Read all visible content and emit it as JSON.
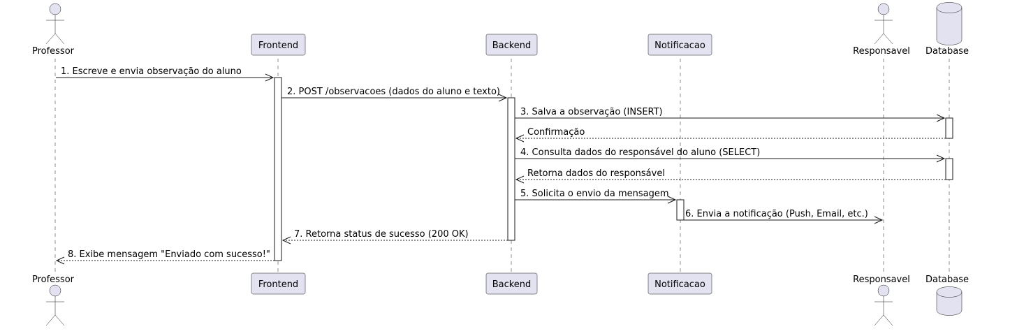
{
  "participants": {
    "professor": {
      "label": "Professor",
      "kind": "actor"
    },
    "frontend": {
      "label": "Frontend",
      "kind": "participant"
    },
    "backend": {
      "label": "Backend",
      "kind": "participant"
    },
    "notificacao": {
      "label": "Notificacao",
      "kind": "participant"
    },
    "responsavel": {
      "label": "Responsavel",
      "kind": "actor"
    },
    "database": {
      "label": "Database",
      "kind": "database"
    }
  },
  "messages": [
    {
      "label": "1. Escreve e envia observação do aluno",
      "from": "professor",
      "to": "frontend",
      "style": "solid"
    },
    {
      "label": "2. POST /observacoes (dados do aluno e texto)",
      "from": "frontend",
      "to": "backend",
      "style": "solid"
    },
    {
      "label": "3. Salva a observação (INSERT)",
      "from": "backend",
      "to": "database",
      "style": "solid"
    },
    {
      "label": "Confirmação",
      "from": "database",
      "to": "backend",
      "style": "dashed"
    },
    {
      "label": "4. Consulta dados do responsável do aluno (SELECT)",
      "from": "backend",
      "to": "database",
      "style": "solid"
    },
    {
      "label": "Retorna dados do responsável",
      "from": "database",
      "to": "backend",
      "style": "dashed"
    },
    {
      "label": "5. Solicita o envio da mensagem",
      "from": "backend",
      "to": "notificacao",
      "style": "solid"
    },
    {
      "label": "6. Envia a notificação (Push, Email, etc.)",
      "from": "notificacao",
      "to": "responsavel",
      "style": "solid"
    },
    {
      "label": "7. Retorna status de sucesso (200 OK)",
      "from": "backend",
      "to": "frontend",
      "style": "dashed"
    },
    {
      "label": "8. Exibe mensagem \"Enviado com sucesso!\"",
      "from": "frontend",
      "to": "professor",
      "style": "dashed"
    }
  ],
  "colors": {
    "participant_fill": "#E2E2F0",
    "line": "#181818"
  }
}
